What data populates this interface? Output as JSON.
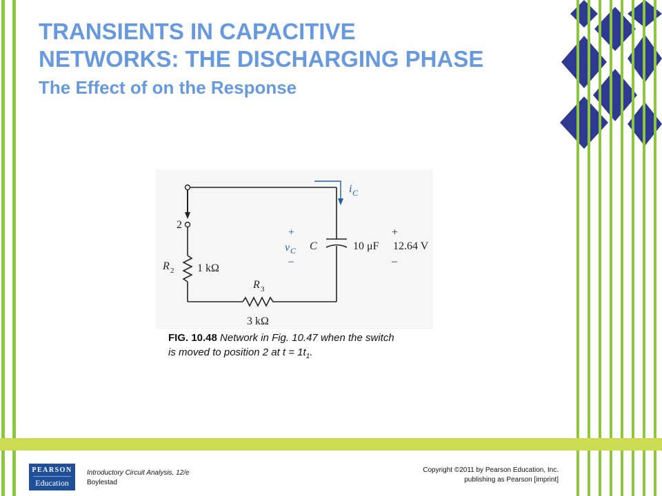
{
  "slide": {
    "title_line1": "TRANSIENTS IN CAPACITIVE",
    "title_line2": "NETWORKS: THE DISCHARGING PHASE",
    "subtitle": "The Effect of  on the Response"
  },
  "figure": {
    "node_label": "2",
    "current_label": "i",
    "current_sub": "C",
    "voltage_plus": "+",
    "voltage_label": "v",
    "voltage_sub": "C",
    "voltage_minus": "–",
    "cap_label": "C",
    "cap_value": "10 μF",
    "source_plus": "+",
    "source_value": "12.64 V",
    "source_minus": "–",
    "r2_label": "R",
    "r2_sub": "2",
    "r2_value": "1 kΩ",
    "r3_label": "R",
    "r3_sub": "3",
    "r3_value": "3 kΩ"
  },
  "caption": {
    "fig_id": "FIG. 10.48",
    "text_line1": " Network in Fig. 10.47 when the switch",
    "text_line2": "is moved to position 2 at t = 1t",
    "text_sub": "1",
    "text_end": "."
  },
  "footer": {
    "logo_top": "PEARSON",
    "logo_bottom": "Education",
    "book": "Introductory Circuit Analysis, 12/e",
    "author": "Boylestad",
    "copyright_line1": "Copyright ©2011 by Pearson Education, Inc.",
    "copyright_line2": "publishing as Pearson [imprint]"
  },
  "colors": {
    "title": "#6699dd",
    "bars": "#8dc63f",
    "footer_bar": "#ccdc52",
    "diamonds": "#2e3a8f",
    "logo": "#1f4f98"
  }
}
